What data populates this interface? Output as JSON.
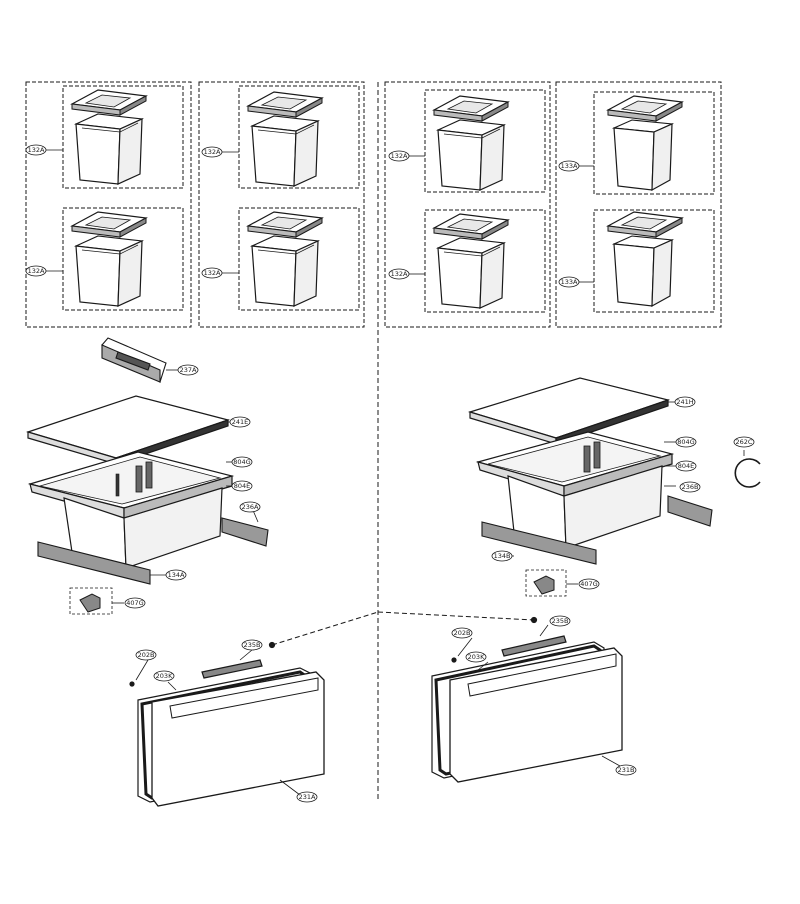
{
  "colors": {
    "line": "#1a1a1a",
    "fill": "#ffffff",
    "shade": "#9a9a9a"
  },
  "labels": {
    "bin_tl_top": "132A",
    "bin_tl_bottom": "132A",
    "bin_tm_top": "132A",
    "bin_tm_bottom": "132A",
    "bin_tr_top": "132A",
    "bin_tr_bottom": "132A",
    "bin_fr_top": "133A",
    "bin_fr_bottom": "133A",
    "handle_left": "237A",
    "cover_left": "241E",
    "cover_right": "241H",
    "bracket_left_a": "804G",
    "bracket_left_b": "804E",
    "bracket_right_a": "804G",
    "bracket_right_b": "804E",
    "drawer_left": "236A",
    "drawer_right": "236B",
    "rail_left": "134A",
    "rail_right": "134B",
    "clip_left": "407G",
    "clip_right": "407G",
    "ring_right": "262C",
    "bar_left": "235B",
    "bar_right": "235B",
    "screw_left": "202B",
    "screw_right": "202B",
    "gasket_left": "203K",
    "gasket_right": "203K",
    "door_left": "231A",
    "door_right": "231B"
  }
}
